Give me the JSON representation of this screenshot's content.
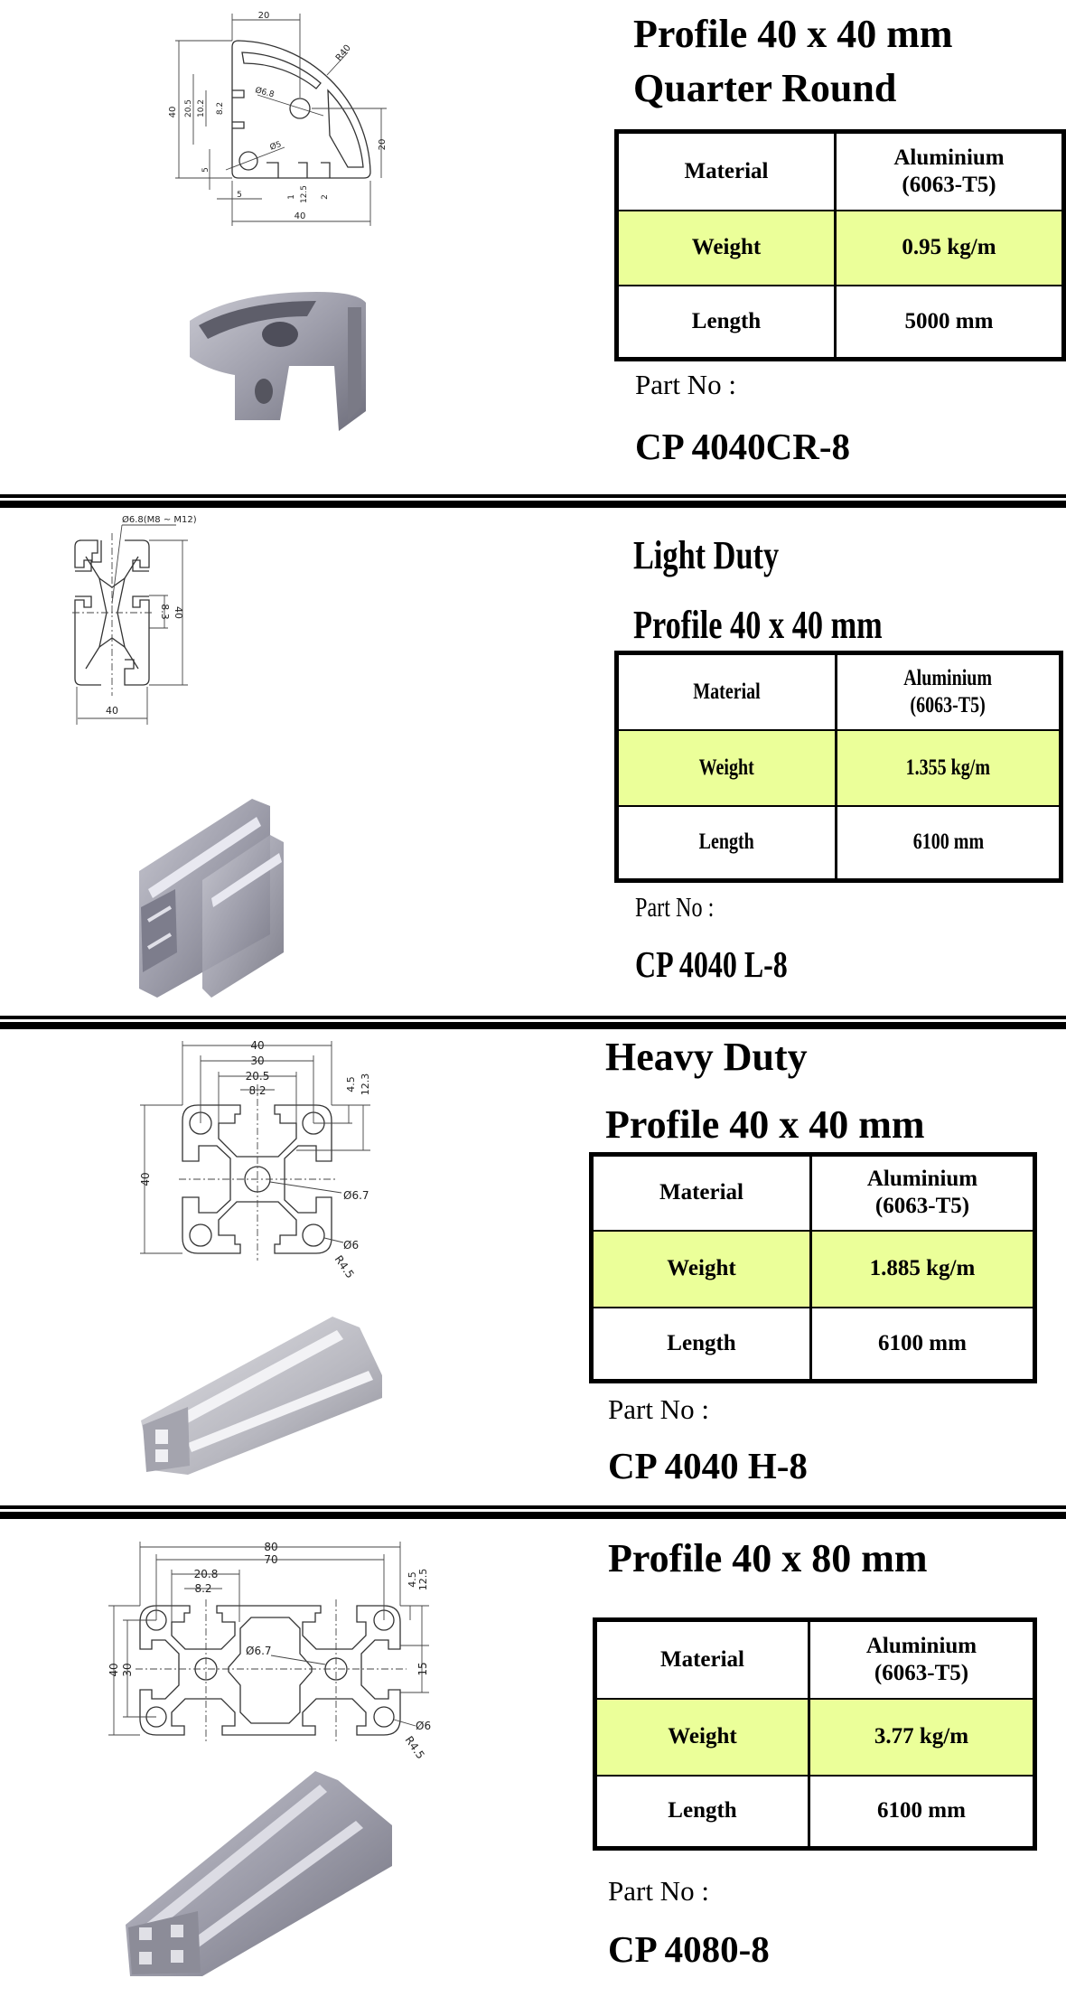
{
  "sections": [
    {
      "title_lines": [
        "Profile 40 x 40 mm",
        "Quarter Round"
      ],
      "table": {
        "material_label": "Material",
        "material_value_1": "Aluminium",
        "material_value_2": "(6063-T5)",
        "weight_label": "Weight",
        "weight_value": "0.95 kg/m",
        "length_label": "Length",
        "length_value": "5000 mm"
      },
      "part_label": "Part No :",
      "part_no": "CP 4040CR-8",
      "drawing_labels": [
        "20",
        "R40",
        "40",
        "20.5",
        "10.2",
        "8.2",
        "Ø6.8",
        "Ø5",
        "20",
        "5",
        "5",
        "1",
        "12.5",
        "2",
        "40"
      ]
    },
    {
      "title_lines": [
        "Light Duty",
        "Profile 40 x 40 mm"
      ],
      "table": {
        "material_label": "Material",
        "material_value_1": "Aluminium",
        "material_value_2": "(6063-T5)",
        "weight_label": "Weight",
        "weight_value": "1.355 kg/m",
        "length_label": "Length",
        "length_value": "6100 mm"
      },
      "part_label": "Part No :",
      "part_no": "CP 4040 L-8",
      "drawing_labels": [
        "Ø6.8(M8 ~ M12)",
        "8.3",
        "40",
        "40"
      ]
    },
    {
      "title_lines": [
        "Heavy Duty",
        "Profile 40 x 40 mm"
      ],
      "table": {
        "material_label": "Material",
        "material_value_1": "Aluminium",
        "material_value_2": "(6063-T5)",
        "weight_label": "Weight",
        "weight_value": "1.885 kg/m",
        "length_label": "Length",
        "length_value": "6100 mm"
      },
      "part_label": "Part No :",
      "part_no": "CP 4040 H-8",
      "drawing_labels": [
        "40",
        "30",
        "20.5",
        "8.2",
        "4.5",
        "12.3",
        "40",
        "Ø6.7",
        "Ø6",
        "R4.5"
      ]
    },
    {
      "title_lines": [
        "Profile 40 x 80 mm"
      ],
      "table": {
        "material_label": "Material",
        "material_value_1": "Aluminium",
        "material_value_2": "(6063-T5)",
        "weight_label": "Weight",
        "weight_value": "3.77 kg/m",
        "length_label": "Length",
        "length_value": "6100 mm"
      },
      "part_label": "Part No :",
      "part_no": "CP 4080-8",
      "drawing_labels": [
        "80",
        "70",
        "20.8",
        "8.2",
        "4.5",
        "12.5",
        "40",
        "30",
        "15",
        "Ø6.7",
        "Ø6",
        "R4.5"
      ]
    }
  ],
  "colors": {
    "highlight": "#ebff99",
    "rule": "#000000",
    "profile_gray": "#9a9aa6"
  }
}
